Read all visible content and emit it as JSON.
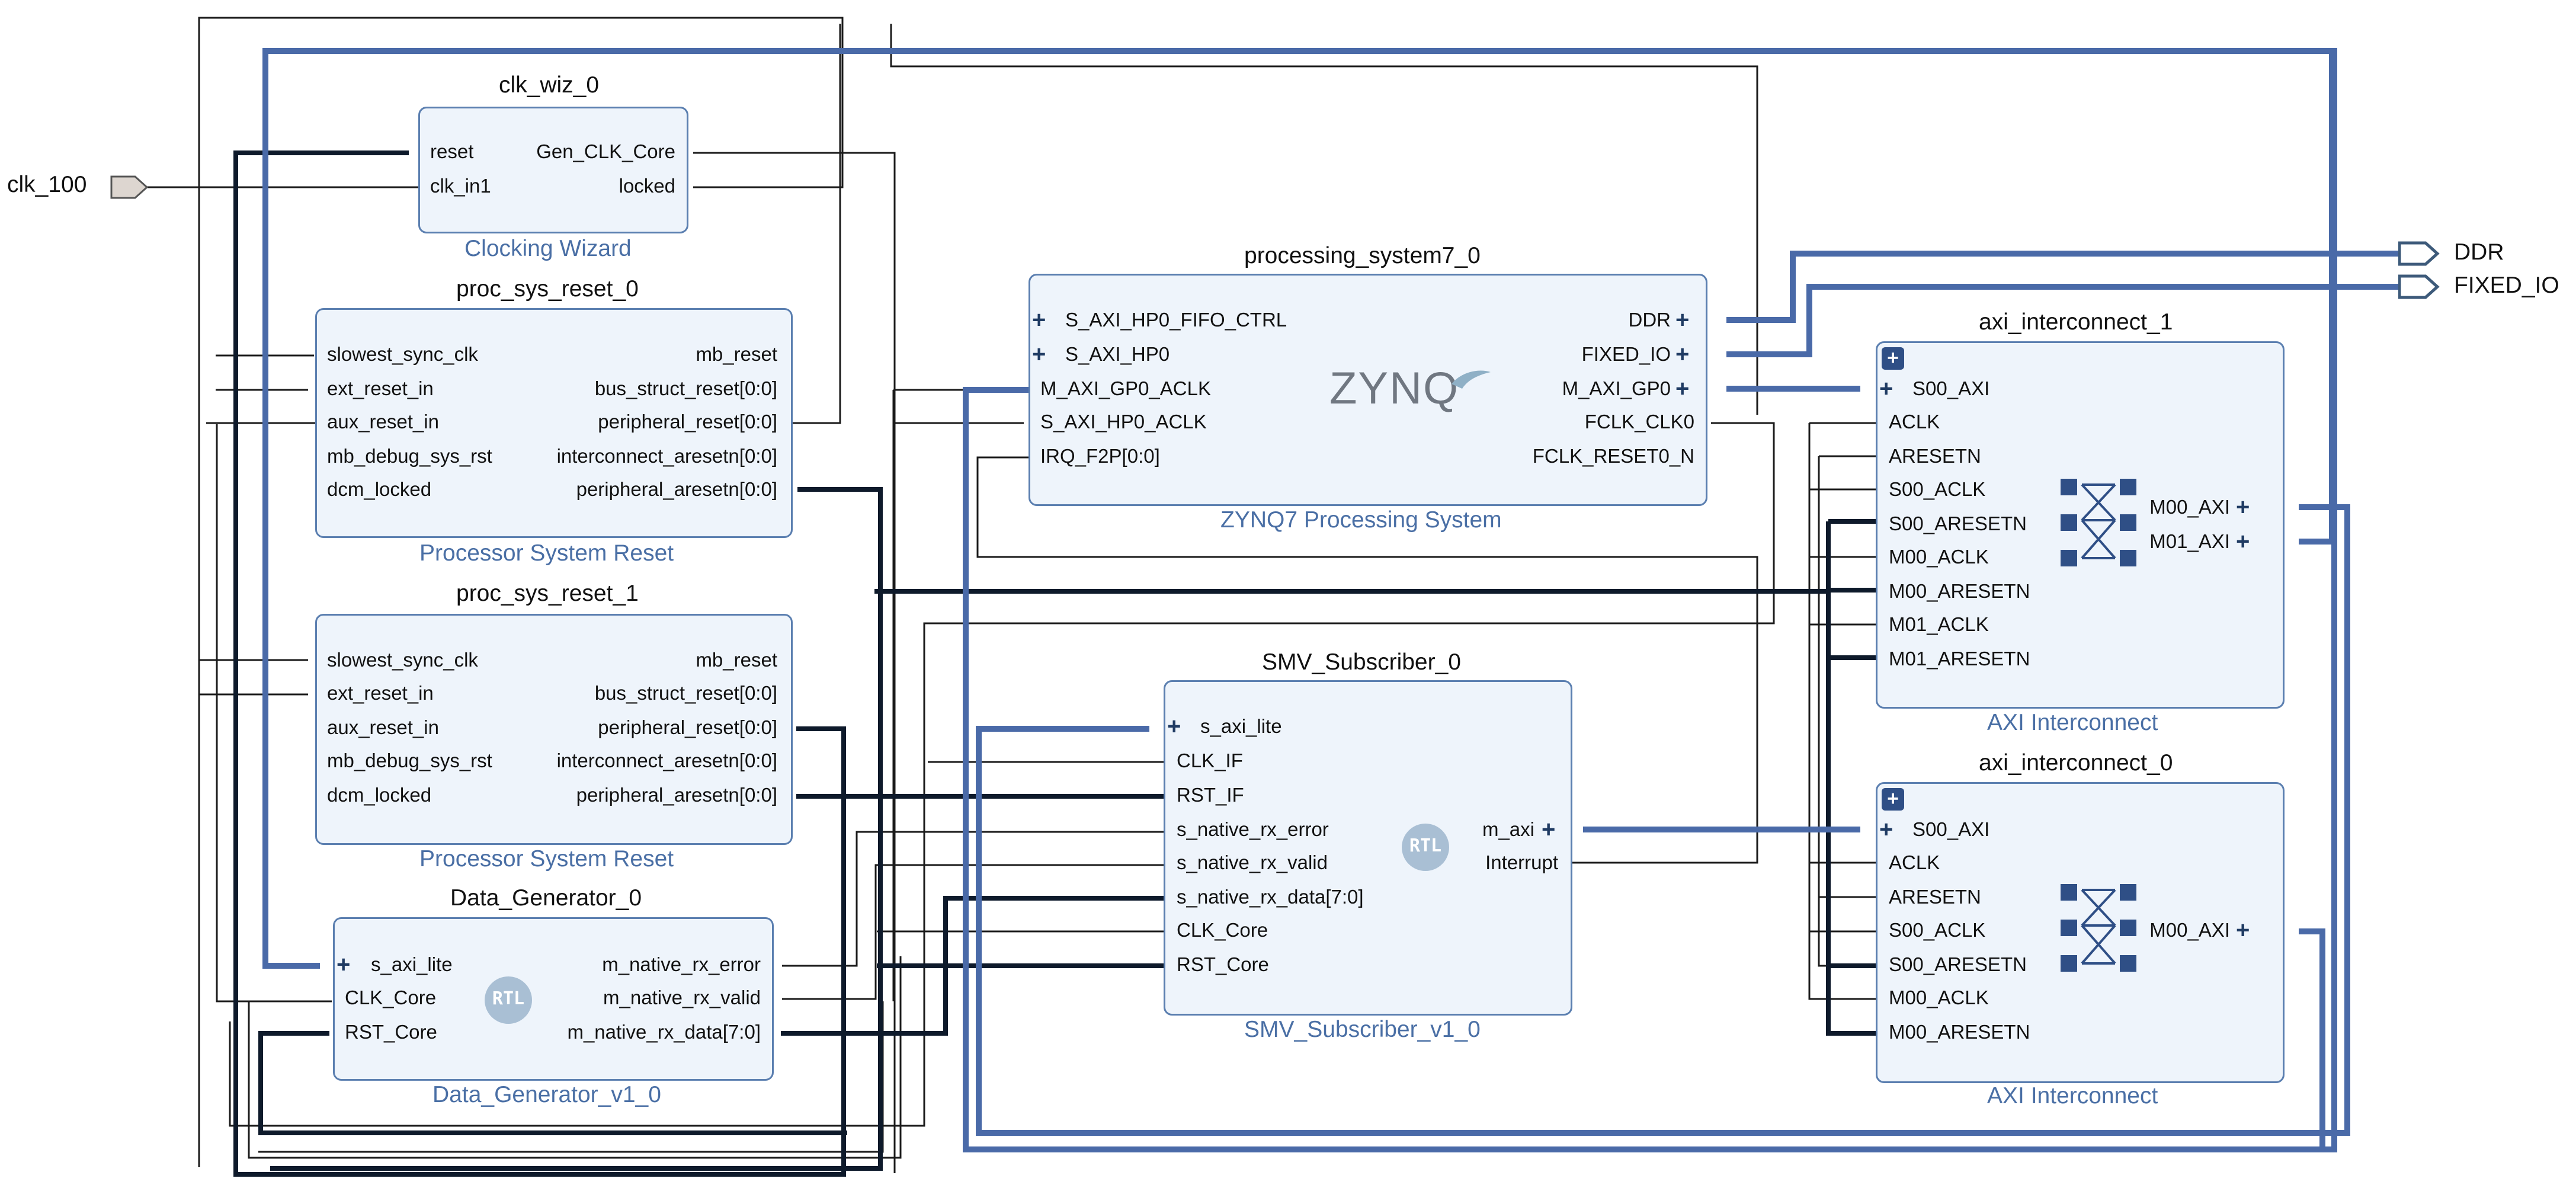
{
  "external_ports": {
    "clk_100": "clk_100",
    "ddr": "DDR",
    "fixed_io": "FIXED_IO"
  },
  "clk_wiz_0": {
    "instance": "clk_wiz_0",
    "ip": "Clocking Wizard",
    "inputs": [
      "reset",
      "clk_in1"
    ],
    "outputs": [
      "Gen_CLK_Core",
      "locked"
    ]
  },
  "proc_sys_reset_0": {
    "instance": "proc_sys_reset_0",
    "ip": "Processor System Reset",
    "inputs": [
      "slowest_sync_clk",
      "ext_reset_in",
      "aux_reset_in",
      "mb_debug_sys_rst",
      "dcm_locked"
    ],
    "outputs": [
      "mb_reset",
      "bus_struct_reset[0:0]",
      "peripheral_reset[0:0]",
      "interconnect_aresetn[0:0]",
      "peripheral_aresetn[0:0]"
    ]
  },
  "proc_sys_reset_1": {
    "instance": "proc_sys_reset_1",
    "ip": "Processor System Reset",
    "inputs": [
      "slowest_sync_clk",
      "ext_reset_in",
      "aux_reset_in",
      "mb_debug_sys_rst",
      "dcm_locked"
    ],
    "outputs": [
      "mb_reset",
      "bus_struct_reset[0:0]",
      "peripheral_reset[0:0]",
      "interconnect_aresetn[0:0]",
      "peripheral_aresetn[0:0]"
    ]
  },
  "data_generator_0": {
    "instance": "Data_Generator_0",
    "ip": "Data_Generator_v1_0",
    "logo": "RTL",
    "inputs": [
      "s_axi_lite",
      "CLK_Core",
      "RST_Core"
    ],
    "outputs": [
      "m_native_rx_error",
      "m_native_rx_valid",
      "m_native_rx_data[7:0]"
    ]
  },
  "processing_system7_0": {
    "instance": "processing_system7_0",
    "ip": "ZYNQ7 Processing System",
    "logo": "ZYNQ",
    "inputs": [
      "S_AXI_HP0_FIFO_CTRL",
      "S_AXI_HP0",
      "M_AXI_GP0_ACLK",
      "S_AXI_HP0_ACLK",
      "IRQ_F2P[0:0]"
    ],
    "outputs": [
      "DDR",
      "FIXED_IO",
      "M_AXI_GP0",
      "FCLK_CLK0",
      "FCLK_RESET0_N"
    ]
  },
  "smv_subscriber_0": {
    "instance": "SMV_Subscriber_0",
    "ip": "SMV_Subscriber_v1_0",
    "logo": "RTL",
    "inputs": [
      "s_axi_lite",
      "CLK_IF",
      "RST_IF",
      "s_native_rx_error",
      "s_native_rx_valid",
      "s_native_rx_data[7:0]",
      "CLK_Core",
      "RST_Core"
    ],
    "outputs": [
      "m_axi",
      "Interrupt"
    ]
  },
  "axi_interconnect_1": {
    "instance": "axi_interconnect_1",
    "ip": "AXI Interconnect",
    "inputs": [
      "S00_AXI",
      "ACLK",
      "ARESETN",
      "S00_ACLK",
      "S00_ARESETN",
      "M00_ACLK",
      "M00_ARESETN",
      "M01_ACLK",
      "M01_ARESETN"
    ],
    "outputs": [
      "M00_AXI",
      "M01_AXI"
    ]
  },
  "axi_interconnect_0": {
    "instance": "axi_interconnect_0",
    "ip": "AXI Interconnect",
    "inputs": [
      "S00_AXI",
      "ACLK",
      "ARESETN",
      "S00_ACLK",
      "S00_ARESETN",
      "M00_ACLK",
      "M00_ARESETN"
    ],
    "outputs": [
      "M00_AXI"
    ]
  },
  "colors": {
    "block_fill": "#eef4fb",
    "block_border": "#5b7fb0",
    "bus_net": "#4a6aa8",
    "signal_net": "#1a1a1a",
    "reset_net": "#0e1a2b",
    "ip_name": "#4a6fa5"
  }
}
